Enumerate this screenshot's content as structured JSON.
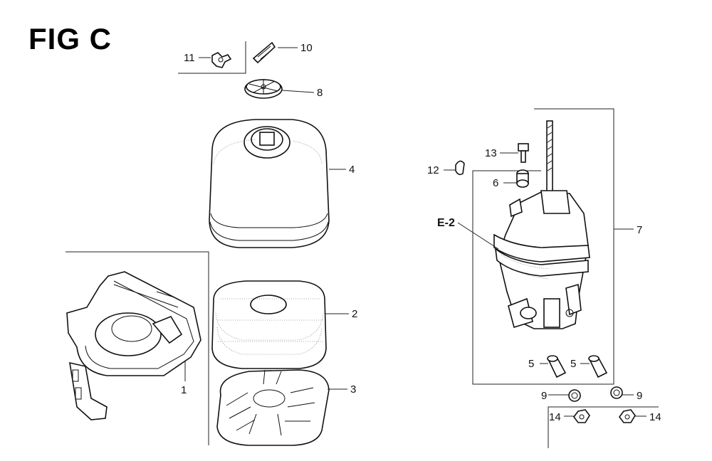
{
  "figure": {
    "title": "FIG C",
    "reference_label": "E-2"
  },
  "callouts": [
    {
      "id": "c1",
      "label": "1"
    },
    {
      "id": "c2",
      "label": "2"
    },
    {
      "id": "c3",
      "label": "3"
    },
    {
      "id": "c4",
      "label": "4"
    },
    {
      "id": "c5a",
      "label": "5"
    },
    {
      "id": "c5b",
      "label": "5"
    },
    {
      "id": "c6",
      "label": "6"
    },
    {
      "id": "c7",
      "label": "7"
    },
    {
      "id": "c8",
      "label": "8"
    },
    {
      "id": "c9a",
      "label": "9"
    },
    {
      "id": "c9b",
      "label": "9"
    },
    {
      "id": "c10",
      "label": "10"
    },
    {
      "id": "c11",
      "label": "11"
    },
    {
      "id": "c12",
      "label": "12"
    },
    {
      "id": "c13",
      "label": "13"
    },
    {
      "id": "c14a",
      "label": "14"
    },
    {
      "id": "c14b",
      "label": "14"
    }
  ]
}
